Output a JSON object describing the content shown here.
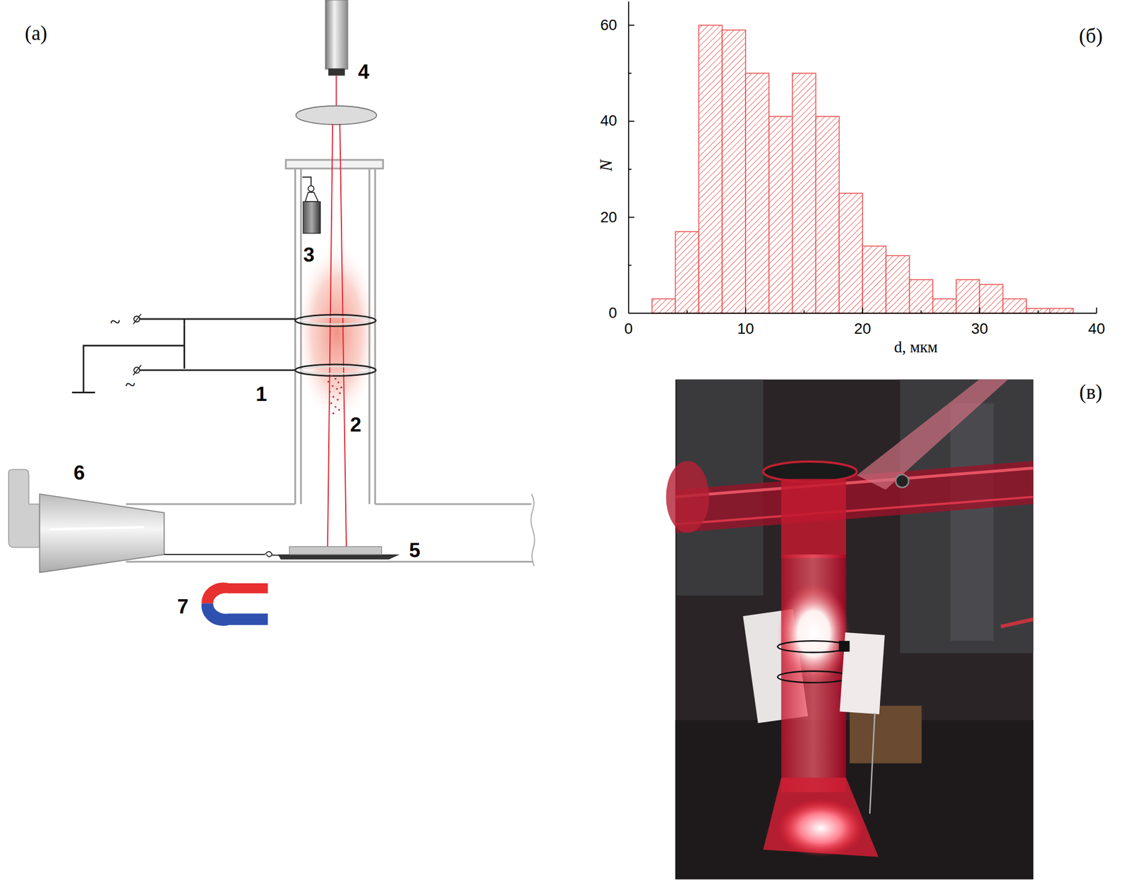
{
  "diagram": {
    "labels": [
      "(а)",
      "4",
      "3",
      "~",
      "~",
      "1",
      "2",
      "6",
      "5",
      "7",
      "(б)",
      "60",
      "40",
      "20",
      "0",
      "N",
      "0",
      "10",
      "20",
      "30",
      "40",
      "d, мкм",
      "(в)"
    ]
  }
}
